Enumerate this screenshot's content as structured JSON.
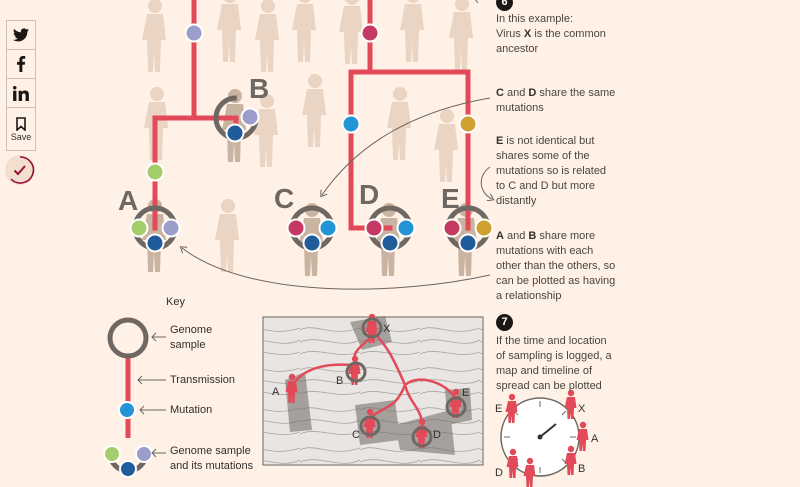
{
  "share": {
    "twitter_icon": "twitter-icon",
    "facebook_icon": "facebook-icon",
    "linkedin_icon": "linkedin-icon",
    "save_label": "Save",
    "saved_icon": "checkmark-icon"
  },
  "tree": {
    "labels": {
      "a": "A",
      "b": "B",
      "c": "C",
      "d": "D",
      "e": "E"
    }
  },
  "colors": {
    "red": "#e24a5a",
    "purple": "#9b9ecb",
    "darkblue": "#1f5c99",
    "blue": "#2394d6",
    "green": "#a4cd6b",
    "crimson": "#c43a63",
    "gold": "#d0a030",
    "grey": "#6a6561"
  },
  "annotation6": {
    "number": "6",
    "line1_pre": "In this example:",
    "line2_pre": "Virus ",
    "line2_bold": "X",
    "line2_post": " is the common",
    "line3": "ancestor",
    "cd_b1": "C",
    "cd_t1": " and ",
    "cd_b2": "D",
    "cd_t2": " share the same",
    "cd_t3": "mutations",
    "e_b": "E",
    "e_t1": " is not identical but",
    "e_t2": "shares some of the",
    "e_t3": "mutations so is related",
    "e_t4": "to C and D but more",
    "e_t5": "distantly",
    "ab_b1": "A",
    "ab_t1": " and ",
    "ab_b2": "B",
    "ab_t2": " share more",
    "ab_t3": "mutations with each",
    "ab_t4": "other than the others, so",
    "ab_t5": "can be plotted as having",
    "ab_t6": "a relationship"
  },
  "key": {
    "title": "Key",
    "genome": "Genome",
    "sample": "sample",
    "transmission": "Transmission",
    "mutation": "Mutation",
    "gs1": "Genome sample",
    "gs2": "and its mutations"
  },
  "map": {
    "labels": {
      "x": "X",
      "a": "A",
      "b": "B",
      "c": "C",
      "d": "D",
      "e": "E"
    }
  },
  "annotation7": {
    "number": "7",
    "t1": "If the time and location",
    "t2": "of sampling is logged, a",
    "t3": "map and timeline of",
    "t4": "spread can be plotted"
  },
  "clock": {
    "labels": {
      "e": "E",
      "x": "X",
      "a": "A",
      "d": "D",
      "b": "B"
    }
  }
}
